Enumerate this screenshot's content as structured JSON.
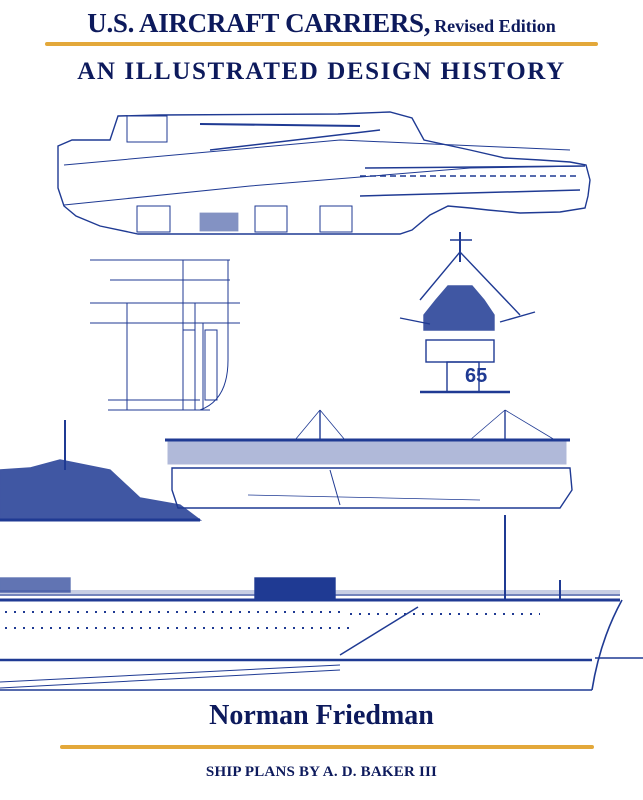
{
  "cover": {
    "title": "U.S. AIRCRAFT CARRIERS,",
    "edition": "Revised Edition",
    "subtitle": "AN ILLUSTRATED DESIGN HISTORY",
    "author": "Norman Friedman",
    "credit": "SHIP PLANS BY A. D. BAKER III"
  },
  "illustrations": {
    "island_hull_number": "65",
    "items": [
      "carrier-flight-deck-plan",
      "hull-section-diagram",
      "carrier-island-front-view",
      "early-carrier-profile",
      "carrier-bow-profile"
    ]
  },
  "colors": {
    "ink_blue": "#0d1a5c",
    "drawing_blue": "#1f3a93",
    "rule_gold": "#e3a83a",
    "background": "#ffffff"
  }
}
